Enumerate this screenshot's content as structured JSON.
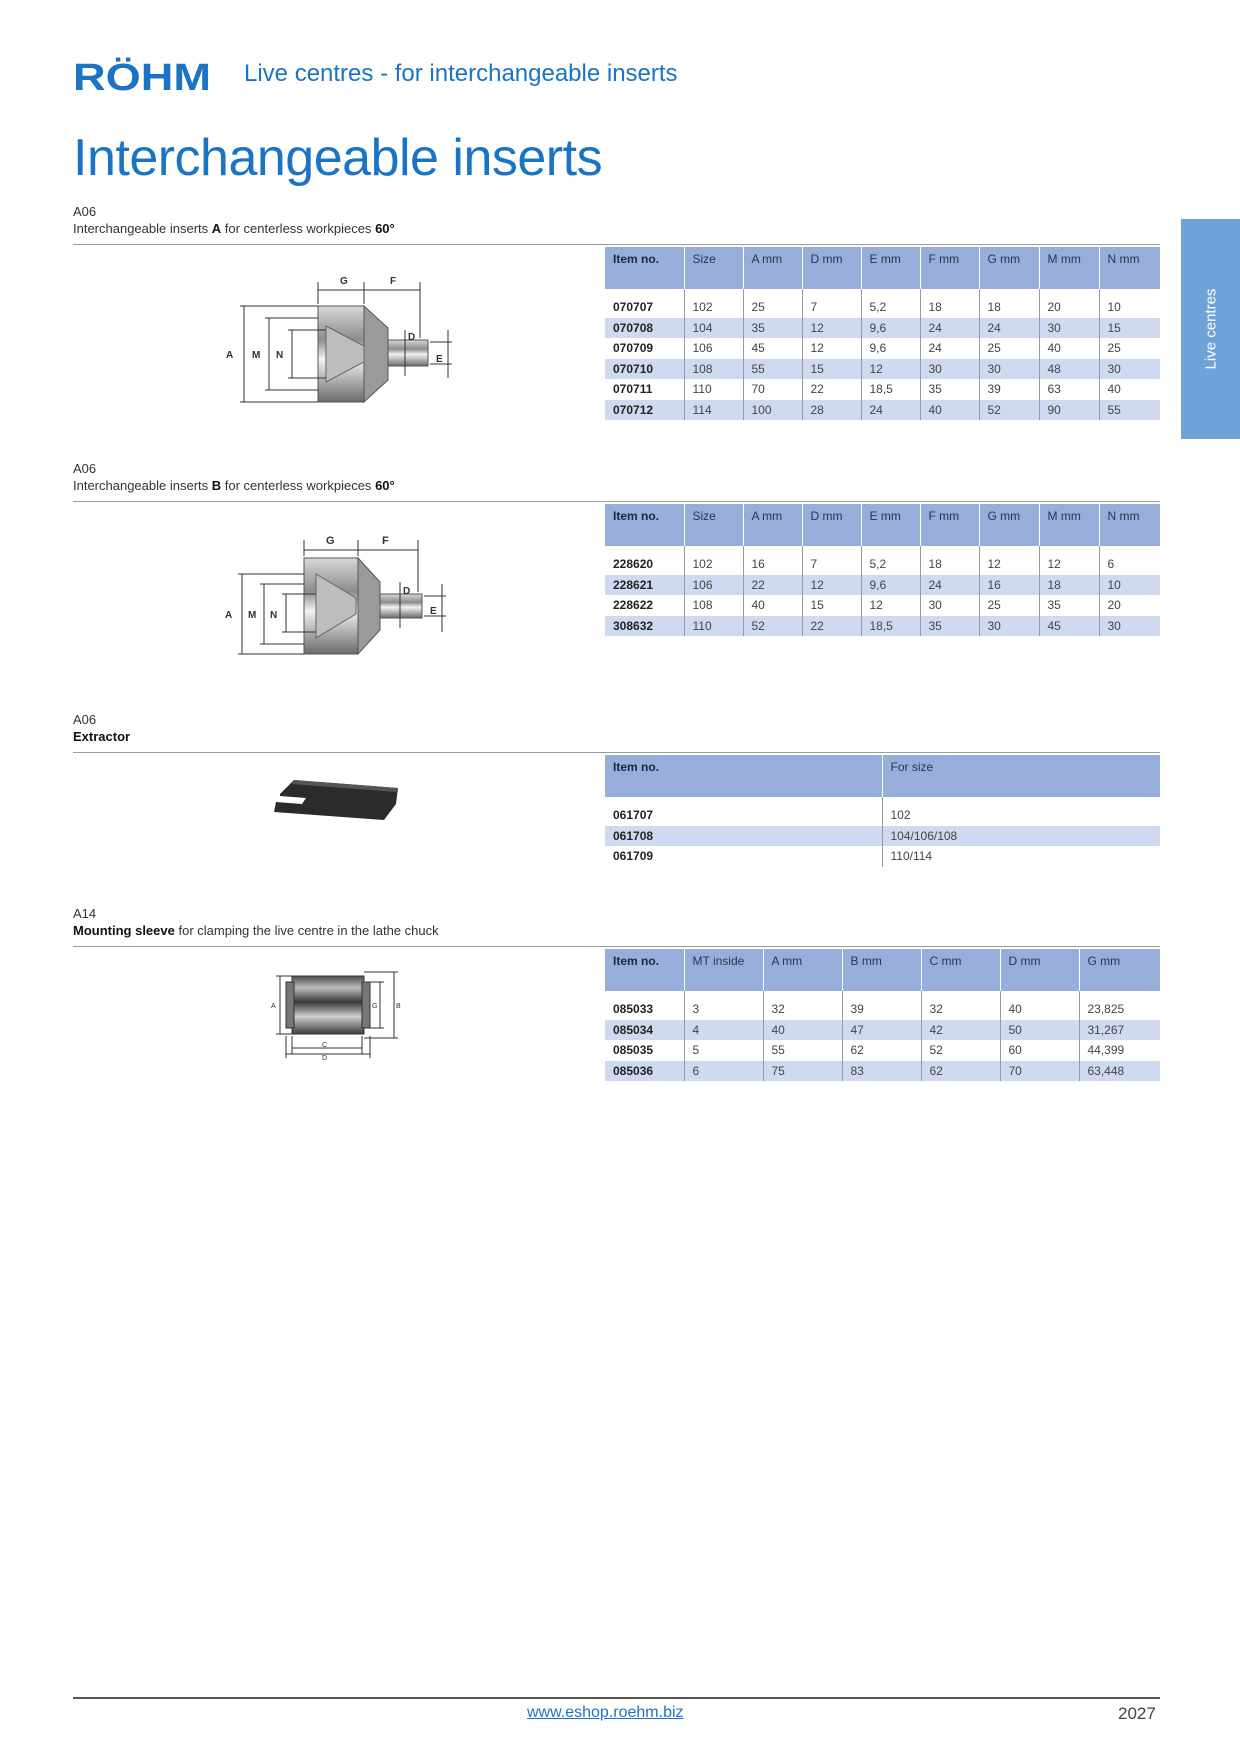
{
  "header": {
    "brand": "RÖHM",
    "title": "Live centres - for interchangeable inserts"
  },
  "page_title": "Interchangeable inserts",
  "side_tab": "Live centres",
  "colors": {
    "accent": "#1a74c6",
    "table_header": "#97aedb",
    "table_alt_row": "#cfdaf0",
    "side_tab": "#6fa3d8"
  },
  "sections": [
    {
      "code": "A06",
      "desc_pre": "Interchangeable inserts ",
      "desc_bold": "A",
      "desc_mid": " for centerless workpieces ",
      "desc_end": "60°",
      "columns": [
        "Item no.",
        "Size",
        "A mm",
        "D mm",
        "E mm",
        "F mm",
        "G mm",
        "M mm",
        "N mm"
      ],
      "rows": [
        [
          "070707",
          "102",
          "25",
          "7",
          "5,2",
          "18",
          "18",
          "20",
          "10"
        ],
        [
          "070708",
          "104",
          "35",
          "12",
          "9,6",
          "24",
          "24",
          "30",
          "15"
        ],
        [
          "070709",
          "106",
          "45",
          "12",
          "9,6",
          "24",
          "25",
          "40",
          "25"
        ],
        [
          "070710",
          "108",
          "55",
          "15",
          "12",
          "30",
          "30",
          "48",
          "30"
        ],
        [
          "070711",
          "110",
          "70",
          "22",
          "18,5",
          "35",
          "39",
          "63",
          "40"
        ],
        [
          "070712",
          "114",
          "100",
          "28",
          "24",
          "40",
          "52",
          "90",
          "55"
        ]
      ],
      "drawing_labels": [
        "G",
        "F",
        "A",
        "M",
        "N",
        "D",
        "E"
      ]
    },
    {
      "code": "A06",
      "desc_pre": "Interchangeable inserts ",
      "desc_bold": "B",
      "desc_mid": " for centerless workpieces ",
      "desc_end": "60°",
      "columns": [
        "Item no.",
        "Size",
        "A mm",
        "D mm",
        "E mm",
        "F mm",
        "G mm",
        "M mm",
        "N mm"
      ],
      "rows": [
        [
          "228620",
          "102",
          "16",
          "7",
          "5,2",
          "18",
          "12",
          "12",
          "6"
        ],
        [
          "228621",
          "106",
          "22",
          "12",
          "9,6",
          "24",
          "16",
          "18",
          "10"
        ],
        [
          "228622",
          "108",
          "40",
          "15",
          "12",
          "30",
          "25",
          "35",
          "20"
        ],
        [
          "308632",
          "110",
          "52",
          "22",
          "18,5",
          "35",
          "30",
          "45",
          "30"
        ]
      ],
      "drawing_labels": [
        "G",
        "F",
        "A",
        "M",
        "N",
        "D",
        "E"
      ]
    },
    {
      "code": "A06",
      "desc_bold": "Extractor",
      "columns": [
        "Item no.",
        "For size"
      ],
      "rows": [
        [
          "061707",
          "102"
        ],
        [
          "061708",
          "104/106/108"
        ],
        [
          "061709",
          "110/114"
        ]
      ]
    },
    {
      "code": "A14",
      "desc_bold": "Mounting sleeve",
      "desc_rest": " for clamping the live centre in the lathe chuck",
      "columns": [
        "Item no.",
        "MT inside",
        "A mm",
        "B mm",
        "C mm",
        "D mm",
        "G mm"
      ],
      "rows": [
        [
          "085033",
          "3",
          "32",
          "39",
          "32",
          "40",
          "23,825"
        ],
        [
          "085034",
          "4",
          "40",
          "47",
          "42",
          "50",
          "31,267"
        ],
        [
          "085035",
          "5",
          "55",
          "62",
          "52",
          "60",
          "44,399"
        ],
        [
          "085036",
          "6",
          "75",
          "83",
          "62",
          "70",
          "63,448"
        ]
      ],
      "drawing_labels": [
        "A",
        "G",
        "B",
        "C",
        "D"
      ]
    }
  ],
  "footer": {
    "url": "www.eshop.roehm.biz",
    "page_number": "2027"
  }
}
